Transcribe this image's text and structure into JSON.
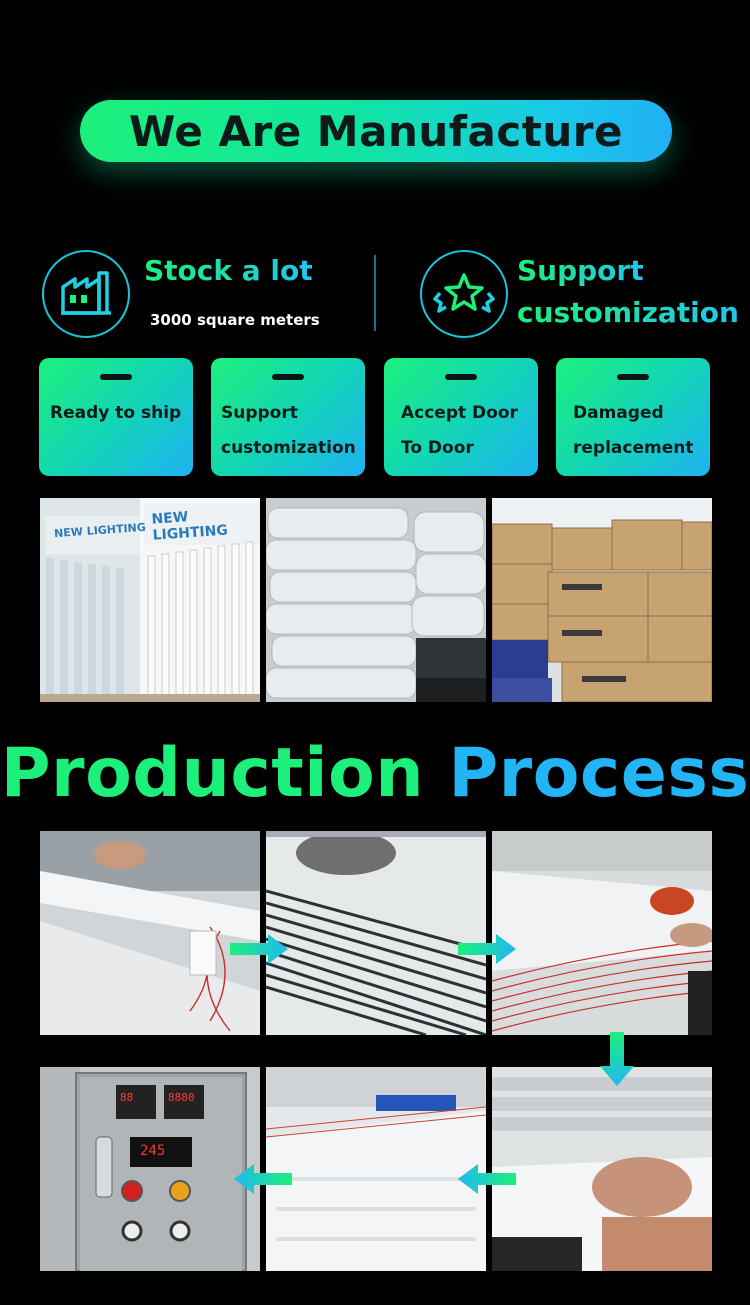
{
  "banner": {
    "title": "We Are Manufacture"
  },
  "features": [
    {
      "title": "Stock a lot",
      "subtitle": "3000 square meters",
      "icon": "factory-icon"
    },
    {
      "title_line1": "Support",
      "title_line2": "customization",
      "icon": "stars-icon"
    }
  ],
  "cards": [
    {
      "label": "Ready to ship"
    },
    {
      "label": "Support\ncustomization"
    },
    {
      "label": "Accept Door\nTo Door"
    },
    {
      "label": "Damaged\nreplacement"
    }
  ],
  "stock_photos": [
    {
      "sign1": "NEW LIGHTING",
      "sign2": "NEW LIGHTING"
    },
    {
      "subject": "wrapped-bundles"
    },
    {
      "subject": "cardboard-boxes"
    }
  ],
  "section": {
    "title_part1": "Production",
    "title_part2": "Process"
  },
  "control_panel": {
    "display_top_left": "88",
    "display_top_right": "8880",
    "display_main": "245"
  },
  "colors": {
    "accent_green": "#1cf07a",
    "accent_blue": "#22b4f4",
    "arrow_cyan": "#21d8f0",
    "background": "#000000",
    "card_text": "#0e1a1a"
  }
}
